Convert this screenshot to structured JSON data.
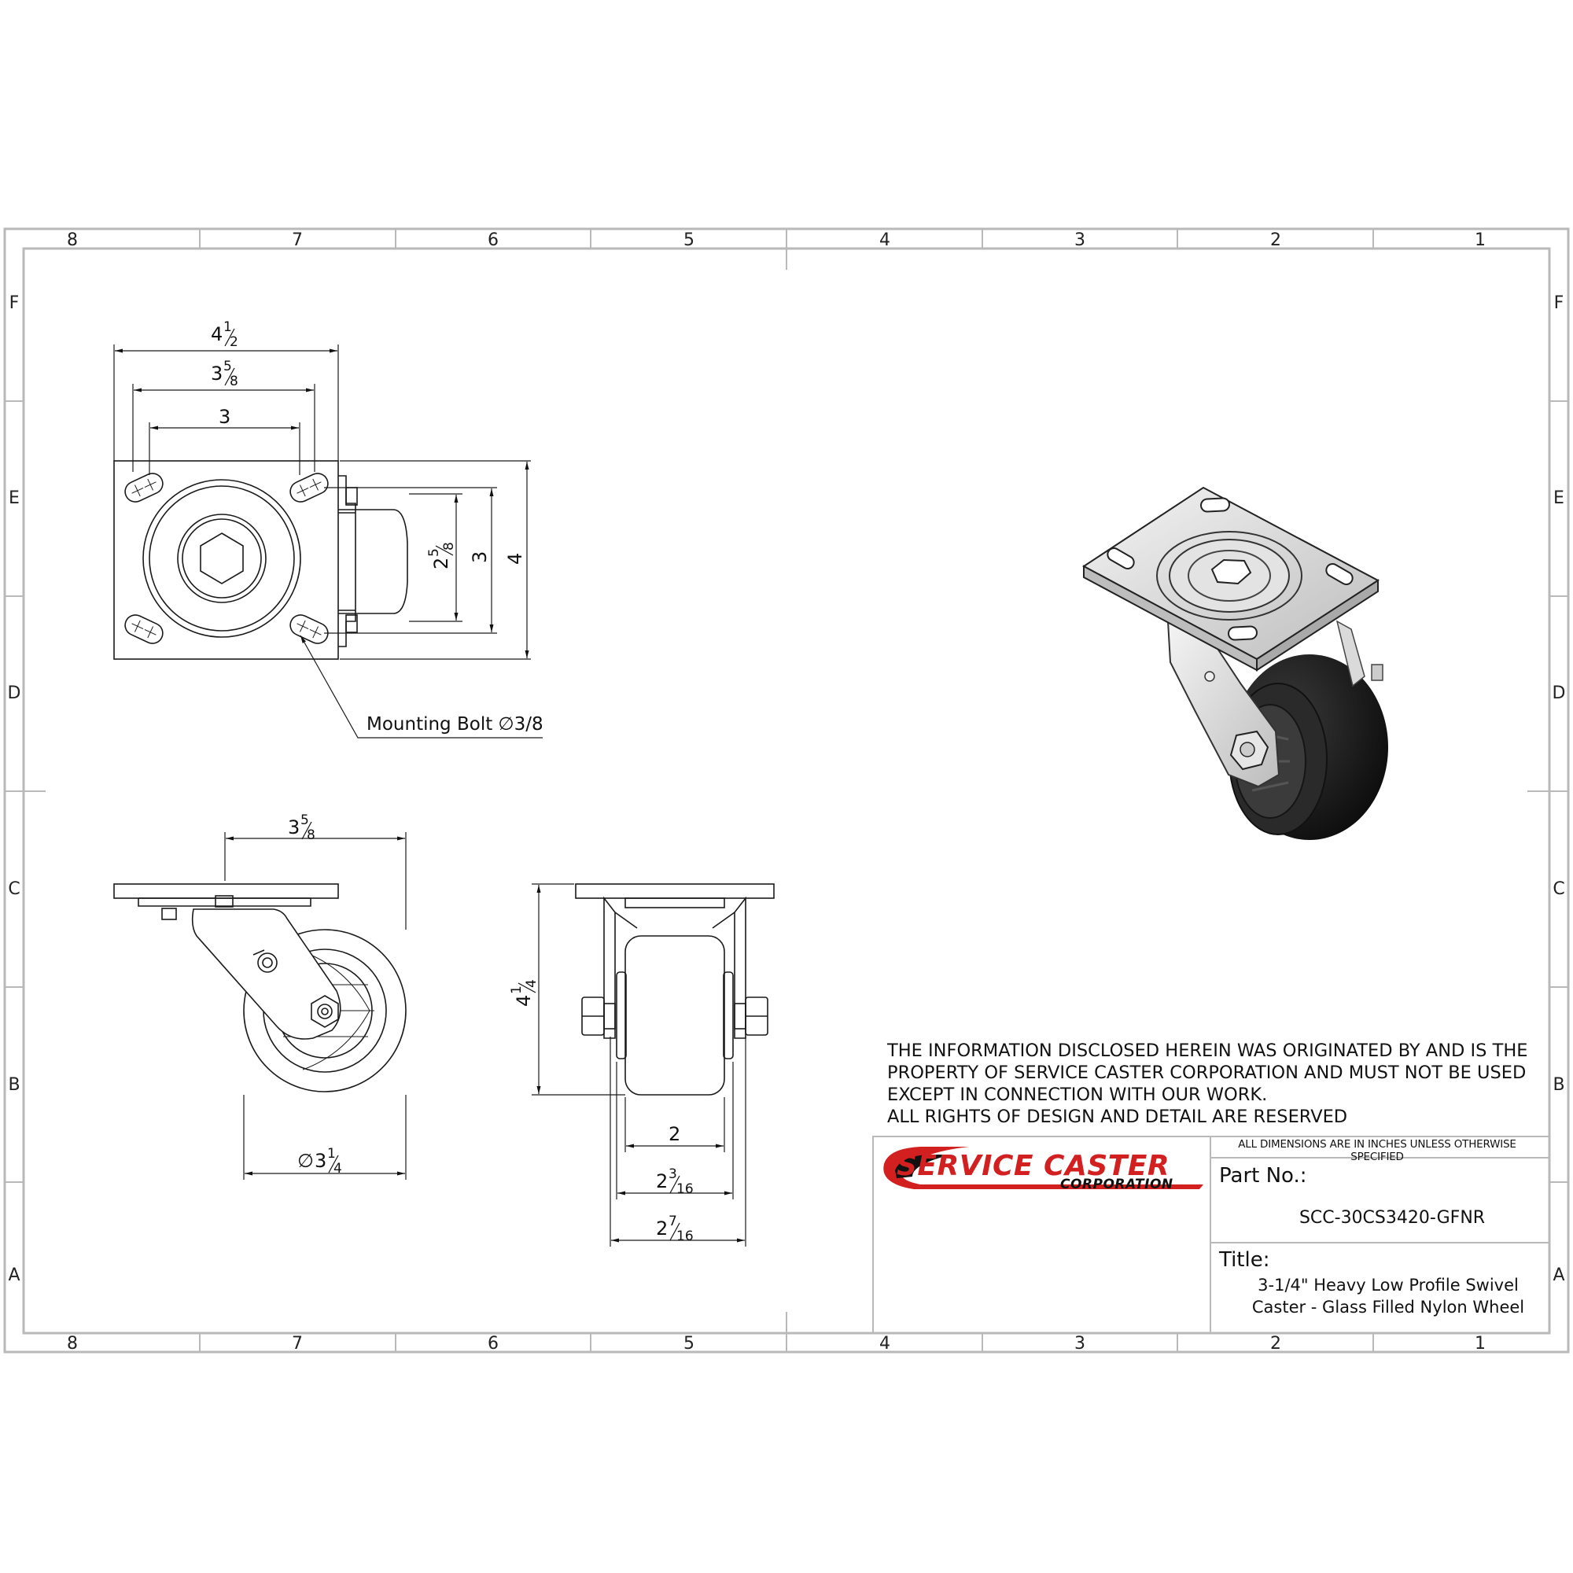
{
  "zones": {
    "columns": [
      "8",
      "7",
      "6",
      "5",
      "4",
      "3",
      "2",
      "1"
    ],
    "rows": [
      "F",
      "E",
      "D",
      "C",
      "B",
      "A"
    ]
  },
  "top_view": {
    "dim_width_outer": {
      "whole": "4",
      "num": "1",
      "den": "2"
    },
    "dim_width_mid": {
      "whole": "3",
      "num": "5",
      "den": "8"
    },
    "dim_width_inner": "3",
    "dim_height_inner": {
      "whole": "2",
      "num": "5",
      "den": "8"
    },
    "dim_height_mid": "3",
    "dim_height_outer": "4",
    "callout": "Mounting Bolt ∅3/8"
  },
  "side_view": {
    "dim_offset": {
      "whole": "3",
      "num": "5",
      "den": "8"
    },
    "dim_diameter": {
      "symbol": "∅",
      "whole": "3",
      "num": "1",
      "den": "4"
    }
  },
  "front_view": {
    "dim_height": {
      "whole": "4",
      "num": "1",
      "den": "4"
    },
    "dim_wheel_width": "2",
    "dim_mid_width": {
      "whole": "2",
      "num": "3",
      "den": "16"
    },
    "dim_outer_width": {
      "whole": "2",
      "num": "7",
      "den": "16"
    }
  },
  "notice": [
    "THE INFORMATION DISCLOSED HEREIN WAS ORIGINATED BY AND IS THE",
    "PROPERTY OF SERVICE CASTER CORPORATION AND MUST NOT BE USED",
    "EXCEPT IN CONNECTION WITH OUR WORK.",
    "ALL RIGHTS OF DESIGN AND DETAIL ARE RESERVED"
  ],
  "title_block": {
    "logo_main": "SERVICE CASTER",
    "logo_sub": "CORPORATION",
    "units_note": "ALL DIMENSIONS ARE IN INCHES UNLESS OTHERWISE SPECIFIED",
    "part_no_label": "Part No.:",
    "part_no_value": "SCC-30CS3420-GFNR",
    "title_label": "Title:",
    "title_line1": "3-1/4\" Heavy Low Profile Swivel",
    "title_line2": "Caster - Glass Filled Nylon Wheel"
  },
  "colors": {
    "frame": "#b9b9b9",
    "line": "#1a1a1a",
    "wheel_tread": "#1a1a1a",
    "logo_red": "#d21f1f"
  }
}
